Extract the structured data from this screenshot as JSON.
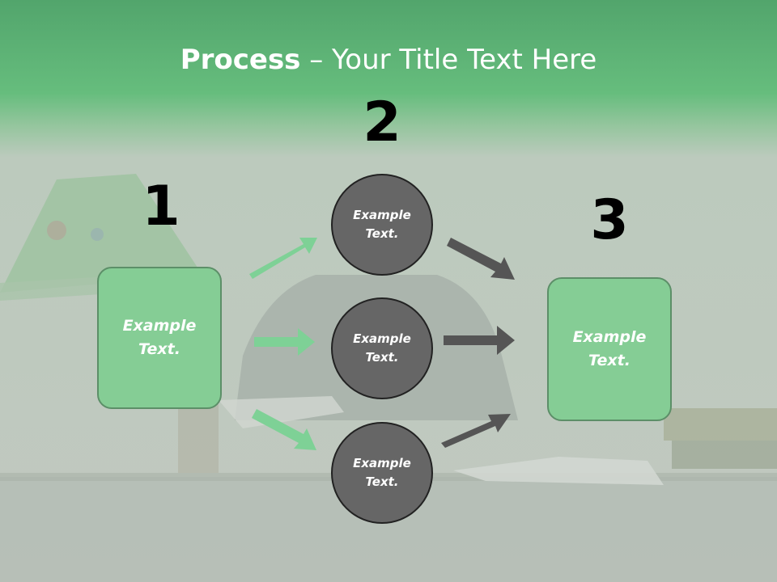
{
  "title": {
    "bold": "Process",
    "rest": " – Your Title Text Here"
  },
  "steps": {
    "one": {
      "number": "1",
      "text": "Example Text."
    },
    "two": {
      "number": "2"
    },
    "three": {
      "number": "3",
      "text": "Example Text."
    }
  },
  "circles": [
    {
      "text": "Example Text."
    },
    {
      "text": "Example Text."
    },
    {
      "text": "Example Text."
    }
  ],
  "colors": {
    "header_green": "#66bd7d",
    "box_fill": "#85cd95",
    "circle_fill": "#666666",
    "green_arrow": "#7ed196",
    "gray_arrow": "#555555"
  }
}
